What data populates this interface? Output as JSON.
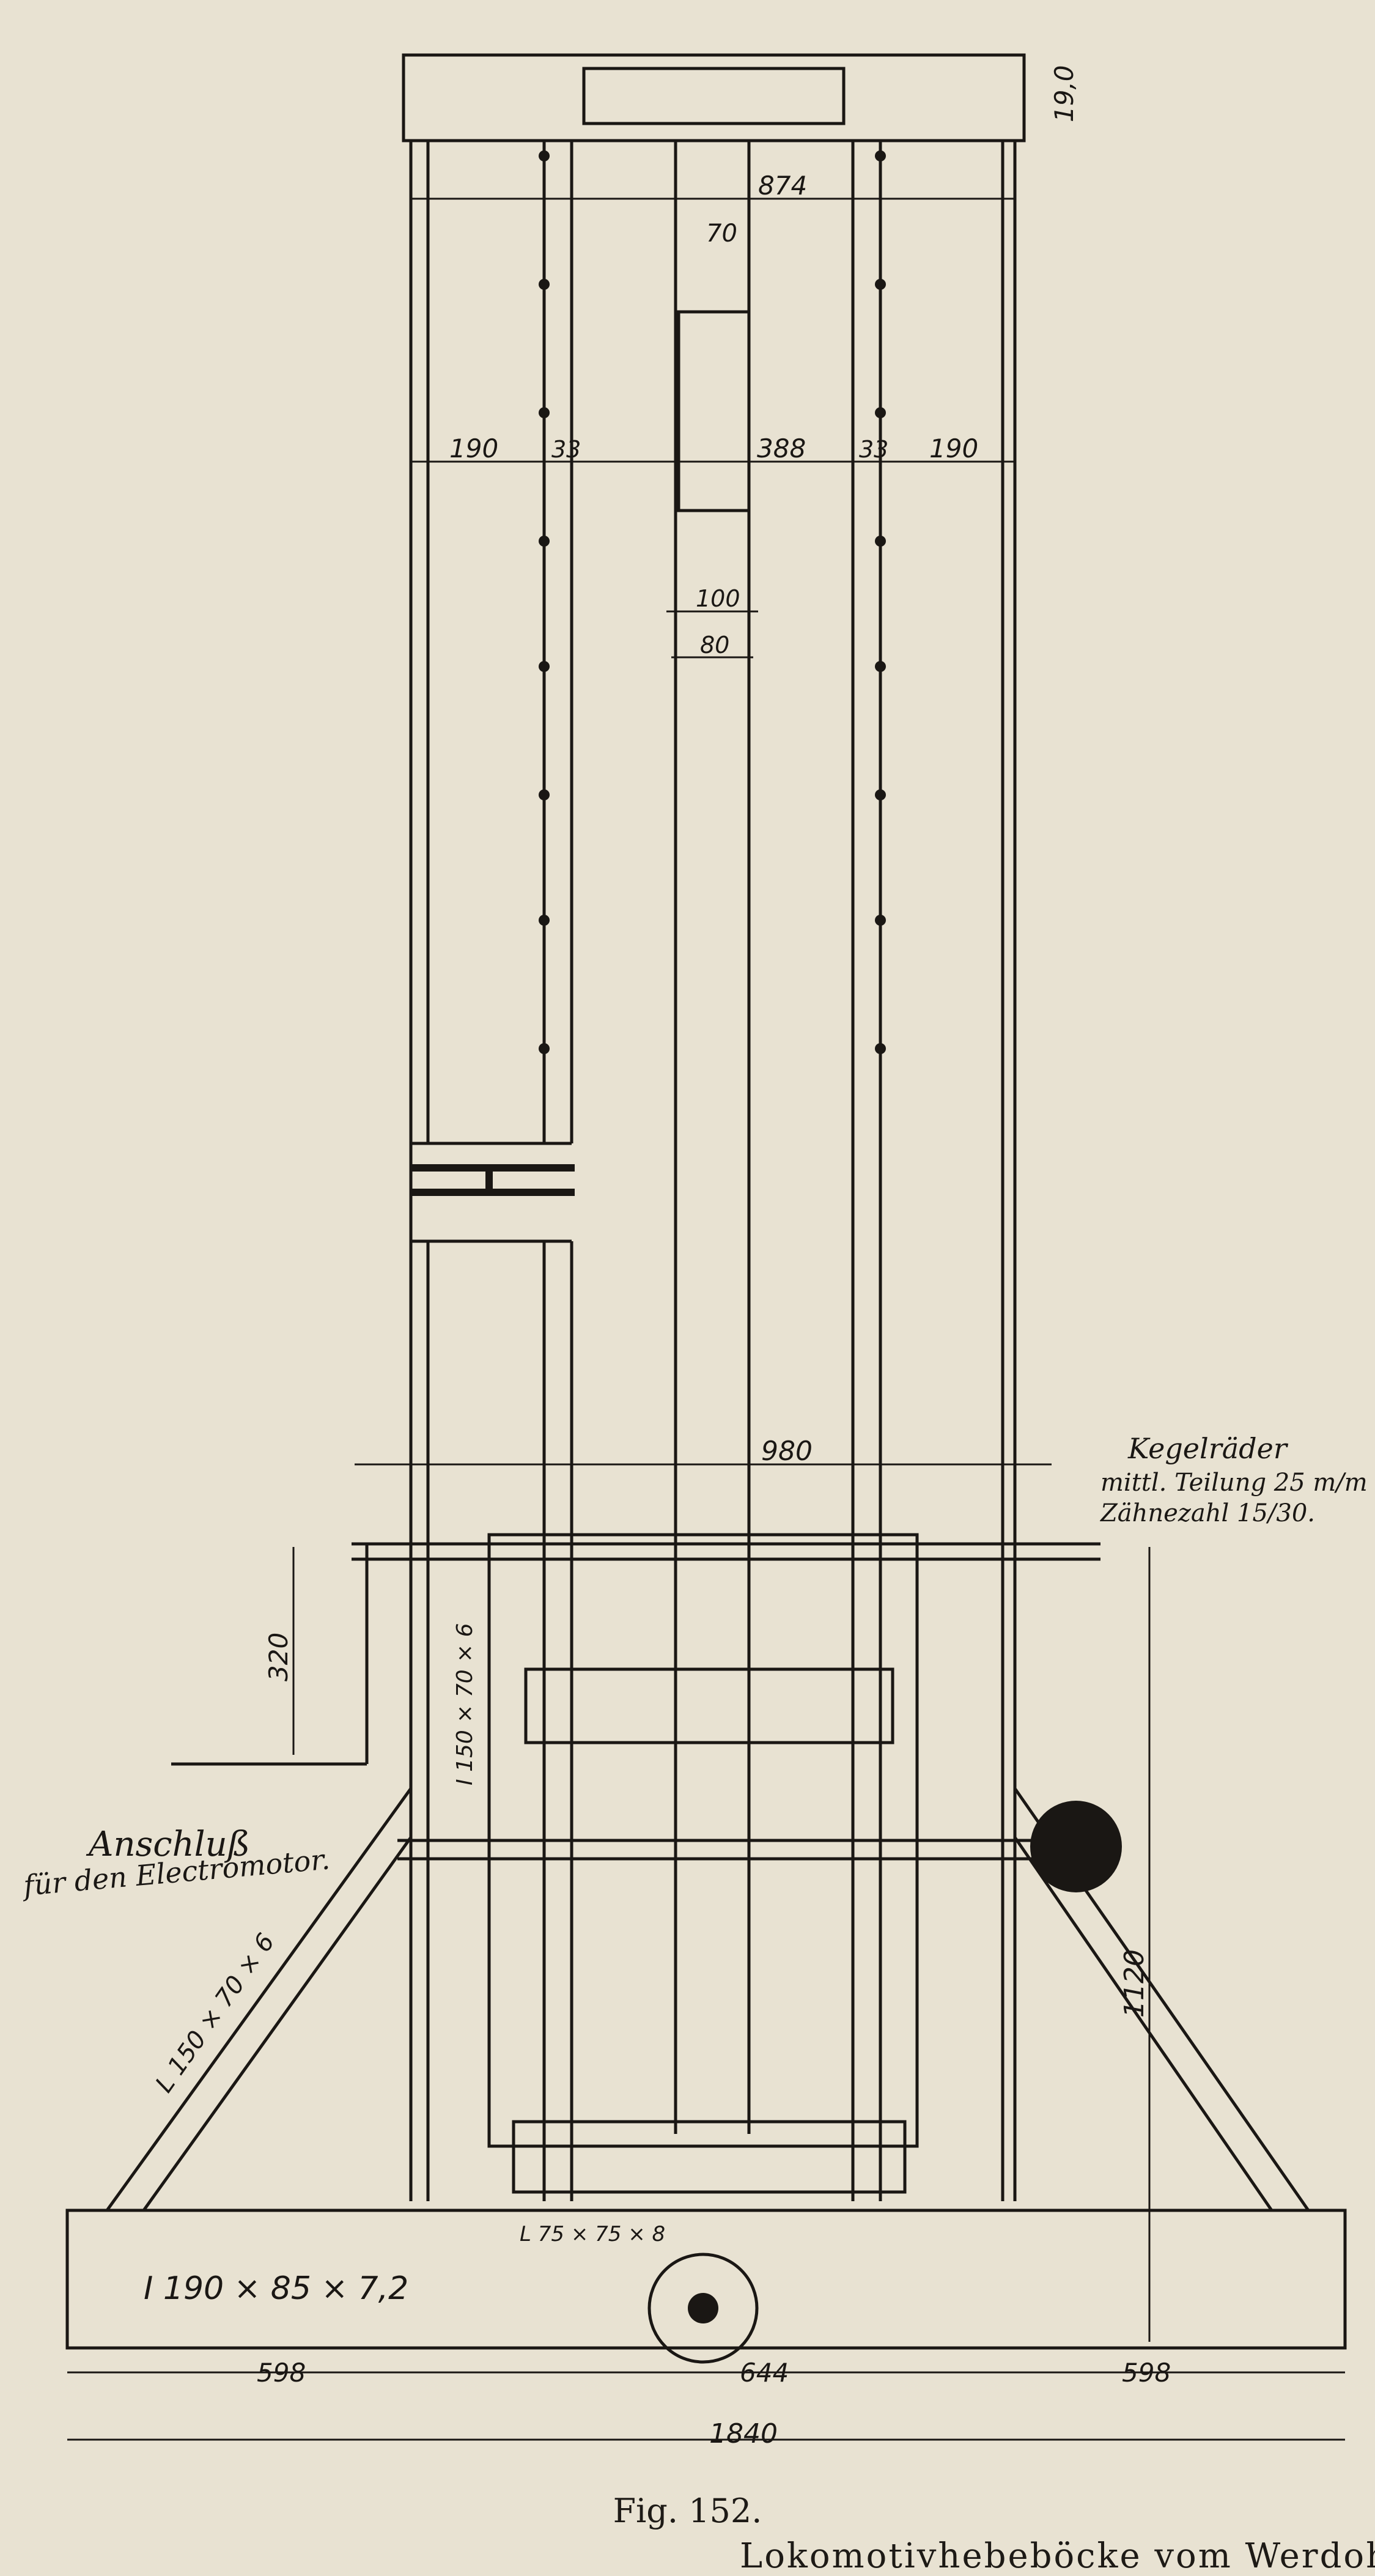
{
  "figure": {
    "caption": "Fig. 152.",
    "subcaption": "Lokomotivhebeböcke vom Werdohler"
  },
  "dimensions": {
    "top_height": "19,0",
    "top_width": "874",
    "screw_dia": "70",
    "left_outer": "190",
    "left_gap": "33",
    "mid_span": "388",
    "right_gap": "33",
    "right_outer": "190",
    "spindle_outer": "100",
    "spindle_inner": "80",
    "frame_width": "980",
    "crank_radius": "320",
    "lift_height": "1120",
    "base_left": "598",
    "base_mid": "644",
    "base_right": "598",
    "base_total": "1840"
  },
  "labels": {
    "bevel_line1": "Kegelräder",
    "bevel_line2": "mittl. Teilung 25 m/m",
    "bevel_line3": "Zähnezahl 15/30.",
    "motor_line1": "Anschluß",
    "motor_line2": "für den Electromotor.",
    "column_profile": "I 150 × 70 × 6",
    "brace_profile": "L 150 × 70 × 6",
    "base_profile": "I 190 × 85 × 7,2",
    "angle_profile": "L 75 × 75 × 8"
  },
  "colors": {
    "paper": "#e8e2d2",
    "ink": "#1a1714"
  }
}
